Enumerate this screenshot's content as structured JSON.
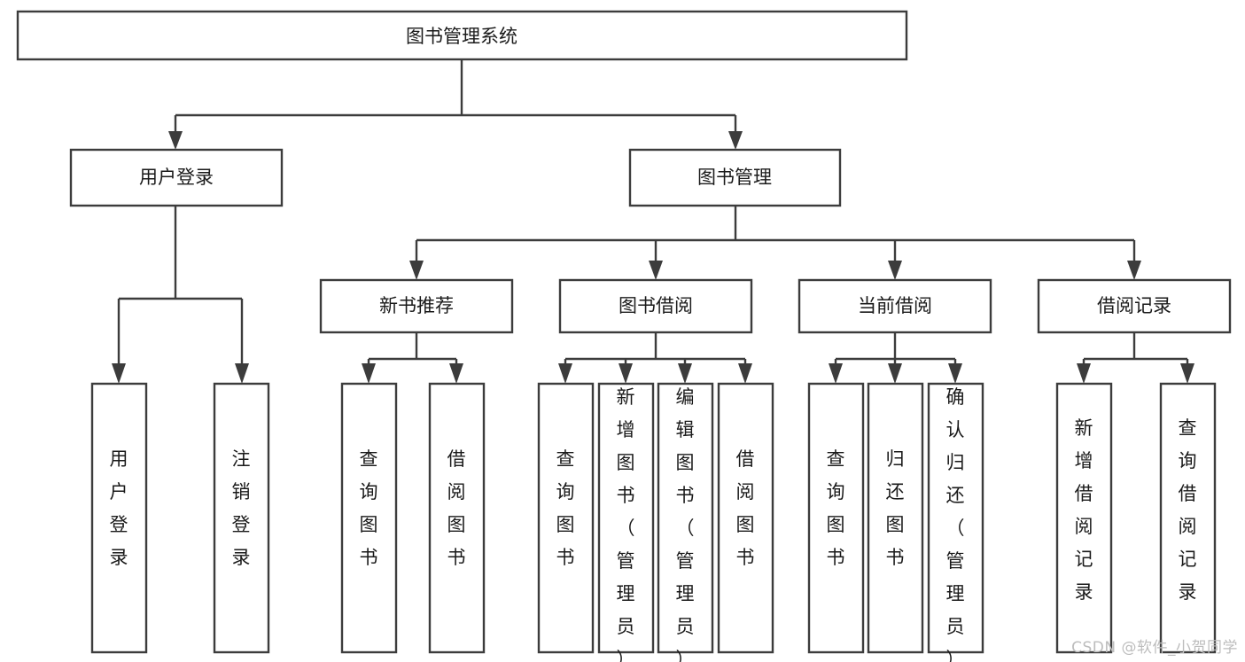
{
  "diagram": {
    "title": "图书管理系统",
    "type": "tree-hierarchy-chart",
    "root": {
      "label": "图书管理系统"
    },
    "level2": [
      {
        "label": "用户登录"
      },
      {
        "label": "图书管理"
      }
    ],
    "level3": [
      {
        "label": "新书推荐"
      },
      {
        "label": "图书借阅"
      },
      {
        "label": "当前借阅"
      },
      {
        "label": "借阅记录"
      }
    ],
    "leaves": {
      "user_login": [
        {
          "label": "用户登录"
        },
        {
          "label": "注销登录"
        }
      ],
      "new_book_recommend": [
        {
          "label": "查询图书"
        },
        {
          "label": "借阅图书"
        }
      ],
      "book_borrow": [
        {
          "label": "查询图书"
        },
        {
          "label": "新增图书（管理员）"
        },
        {
          "label": "编辑图书（管理员）"
        },
        {
          "label": "借阅图书"
        }
      ],
      "current_borrow": [
        {
          "label": "查询图书"
        },
        {
          "label": "归还图书"
        },
        {
          "label": "确认归还（管理员）"
        }
      ],
      "borrow_record": [
        {
          "label": "新增借阅记录"
        },
        {
          "label": "查询借阅记录"
        }
      ]
    }
  },
  "watermark": {
    "text": "CSDN @软件_小贺同学"
  },
  "colors": {
    "box_stroke": "#3c3c3c",
    "box_fill": "#ffffff",
    "text": "#1a1a1a",
    "watermark": "#bdbdbd",
    "background": "#ffffff"
  }
}
